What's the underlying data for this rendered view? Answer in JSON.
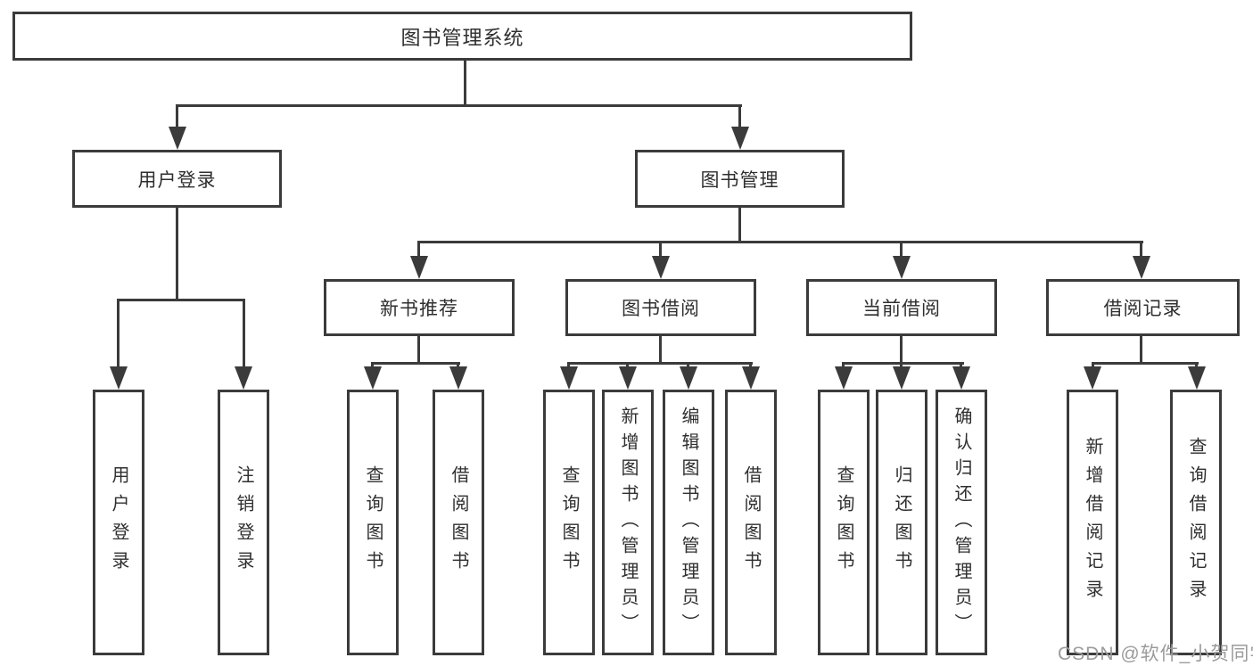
{
  "colors": {
    "line": "#3b3b3b",
    "box_border": "#3b3b3b",
    "text": "#2f2f2f",
    "watermark": "#9b9b9b",
    "background": "#ffffff"
  },
  "tree": {
    "root": {
      "label": "图书管理系统"
    },
    "branches": [
      {
        "label": "用户登录",
        "leaves": [
          {
            "label": "用户登录"
          },
          {
            "label": "注销登录"
          }
        ]
      },
      {
        "label": "图书管理",
        "groups": [
          {
            "label": "新书推荐",
            "leaves": [
              {
                "label": "查询图书"
              },
              {
                "label": "借阅图书"
              }
            ]
          },
          {
            "label": "图书借阅",
            "leaves": [
              {
                "label": "查询图书"
              },
              {
                "label": "新增图书（管理员）"
              },
              {
                "label": "编辑图书（管理员）"
              },
              {
                "label": "借阅图书"
              }
            ]
          },
          {
            "label": "当前借阅",
            "leaves": [
              {
                "label": "查询图书"
              },
              {
                "label": "归还图书"
              },
              {
                "label": "确认归还（管理员）"
              }
            ]
          },
          {
            "label": "借阅记录",
            "leaves": [
              {
                "label": "新增借阅记录"
              },
              {
                "label": "查询借阅记录"
              }
            ]
          }
        ]
      }
    ]
  },
  "watermark": {
    "text": "CSDN @软件_小贺同学"
  }
}
